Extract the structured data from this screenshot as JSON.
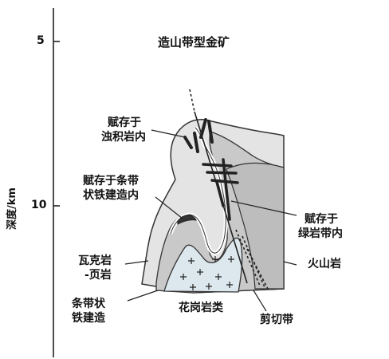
{
  "title": "造山带型金矿",
  "axis": {
    "label": "深度/km",
    "ticks": [
      "5",
      "10"
    ]
  },
  "labels": {
    "turbidite": [
      "赋存于",
      "浊积岩内"
    ],
    "bif_hosted": [
      "赋存于条带",
      "状铁建造内"
    ],
    "greenstone": [
      "赋存于",
      "绿岩带内"
    ],
    "wacke_shale": [
      "瓦克岩",
      "-页岩"
    ],
    "volcanic": "火山岩",
    "banded_iron": [
      "条带状",
      "铁建造"
    ],
    "granitoid": "花岗岩类",
    "shear_zone": "剪切带"
  },
  "colors": {
    "outer_rock": "#e4e4e4",
    "volcanic_band": "#c9c9c9",
    "volcanic_right": "#bdbdbd",
    "granite": "#dde8ee",
    "ore": "#333333"
  }
}
